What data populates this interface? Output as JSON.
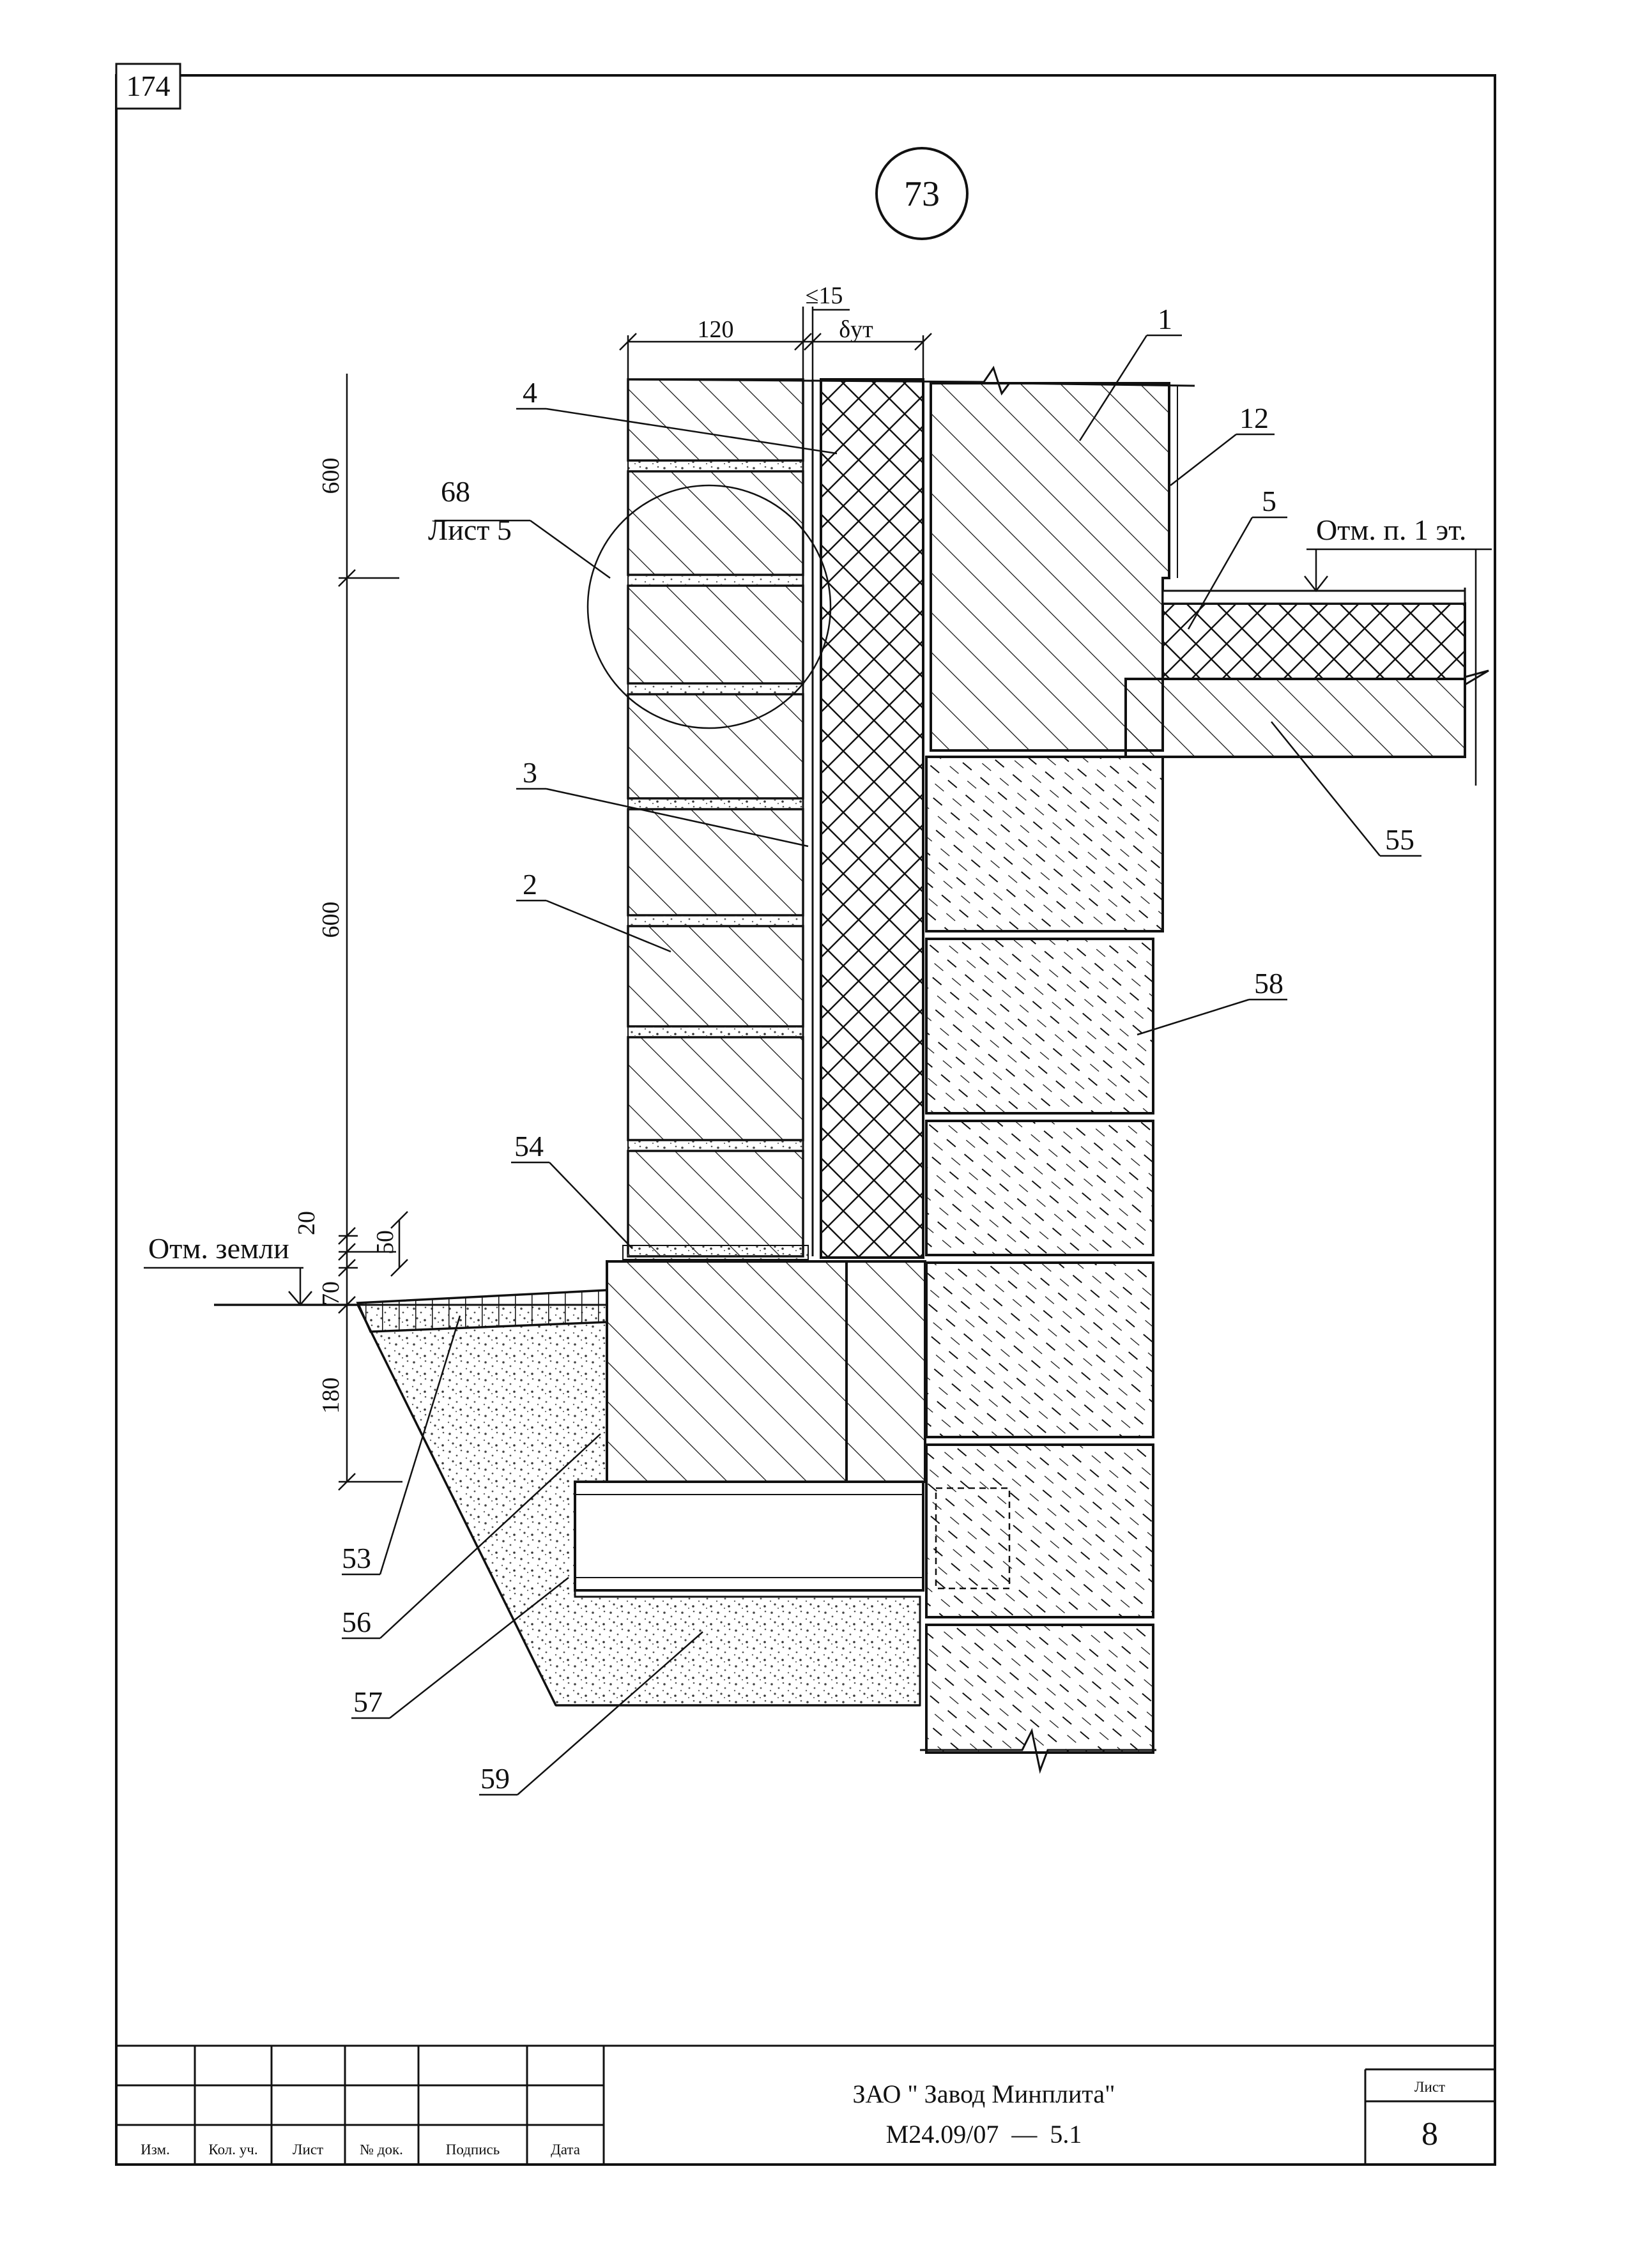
{
  "page_number": "174",
  "detail_number": "73",
  "callouts": [
    {
      "id": "c1",
      "label": "1"
    },
    {
      "id": "c12",
      "label": "12"
    },
    {
      "id": "c5",
      "label": "5"
    },
    {
      "id": "c4",
      "label": "4"
    },
    {
      "id": "c3",
      "label": "3"
    },
    {
      "id": "c2",
      "label": "2"
    },
    {
      "id": "c55",
      "label": "55"
    },
    {
      "id": "c58",
      "label": "58"
    },
    {
      "id": "c54",
      "label": "54"
    },
    {
      "id": "c53",
      "label": "53"
    },
    {
      "id": "c56",
      "label": "56"
    },
    {
      "id": "c57",
      "label": "57"
    },
    {
      "id": "c59",
      "label": "59"
    }
  ],
  "reference": {
    "number": "68",
    "sheet": "Лист 5"
  },
  "levels": {
    "floor": "Отм. п. 1 эт.",
    "ground": "Отм. земли"
  },
  "dimensions": {
    "brick_width": "120",
    "gap": "≤15",
    "insulation_thickness": "δут",
    "upper_height": "600",
    "middle_height": "600",
    "d20": "20",
    "d50": "50",
    "d70": "70",
    "d180": "180"
  },
  "title_block": {
    "headers": [
      "Изм.",
      "Кол. уч.",
      "Лист",
      "№ док.",
      "Подпись",
      "Дата"
    ],
    "organization": "ЗАО \" Завод Минплита\"",
    "document_code": "М24.09/07  —  5.1",
    "sheet_label": "Лист",
    "sheet_number": "8"
  }
}
